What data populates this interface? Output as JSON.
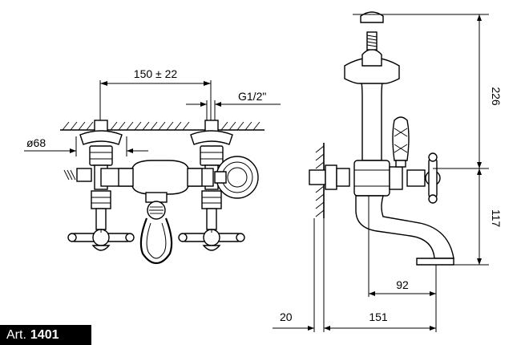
{
  "front_view": {
    "dims": {
      "spacing": "150 ± 22",
      "thread": "G1/2\"",
      "diameter": "ø68"
    }
  },
  "side_view": {
    "dims": {
      "height_upper": "226",
      "height_lower": "117",
      "spout_reach": "92",
      "total_depth": "151",
      "wall_offset": "20"
    }
  },
  "article": {
    "prefix": "Art.",
    "number": "1401"
  }
}
